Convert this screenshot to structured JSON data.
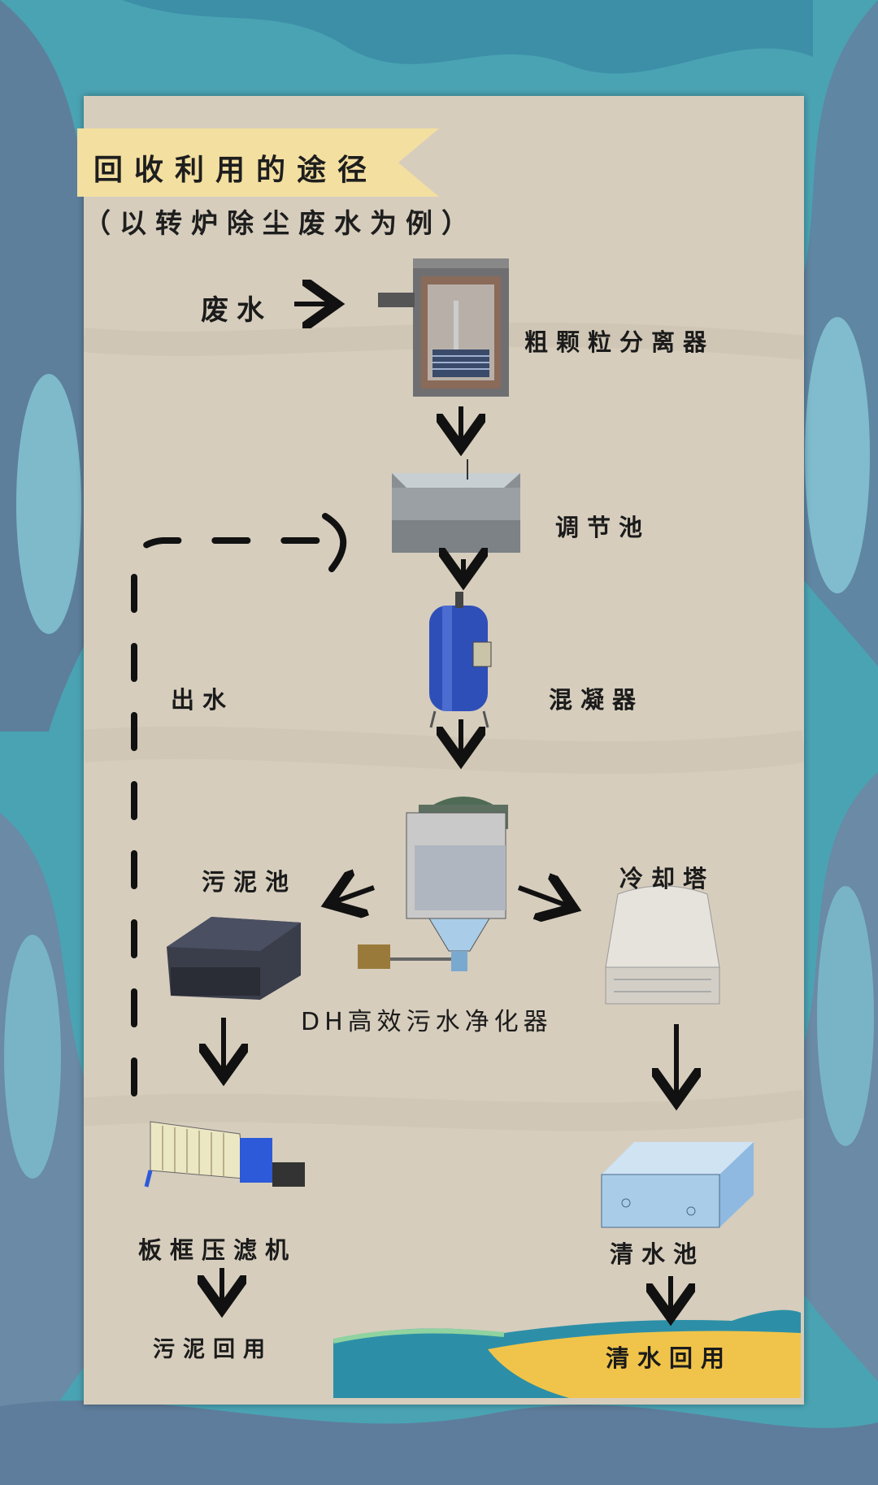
{
  "title": "回收利用的途径",
  "subtitle": "（以转炉除尘废水为例）",
  "nodes": {
    "wastewater": "废水",
    "coarse_separator": "粗颗粒分离器",
    "regulating_tank": "调节池",
    "coagulator": "混凝器",
    "purifier": "DH高效污水净化器",
    "sludge_tank": "污泥池",
    "cooling_tower": "冷却塔",
    "filter_press": "板框压滤机",
    "clear_water_tank": "清水池",
    "sludge_reuse": "污泥回用",
    "clear_water_reuse": "清水回用",
    "outlet_water": "出水"
  },
  "colors": {
    "background": "#4fa8b8",
    "card": "#d6cdbd",
    "banner": "#f3dfa0",
    "coagulator_blue": "#2f4fb8",
    "water_blue": "#a9cde8",
    "sand": "#f0c44a",
    "arrow": "#111111"
  }
}
